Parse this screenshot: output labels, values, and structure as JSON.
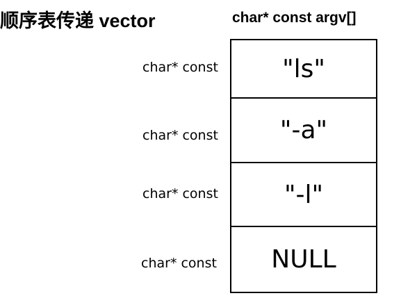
{
  "header": {
    "left_title": "顺序表传递 vector",
    "right_title": "char* const argv[]"
  },
  "array": {
    "cells": [
      {
        "type_label": "char* const",
        "value": "\"ls\""
      },
      {
        "type_label": "char* const",
        "value": "\"-a\""
      },
      {
        "type_label": "char* const",
        "value": "\"-l\""
      },
      {
        "type_label": "char* const",
        "value": "NULL"
      }
    ]
  }
}
